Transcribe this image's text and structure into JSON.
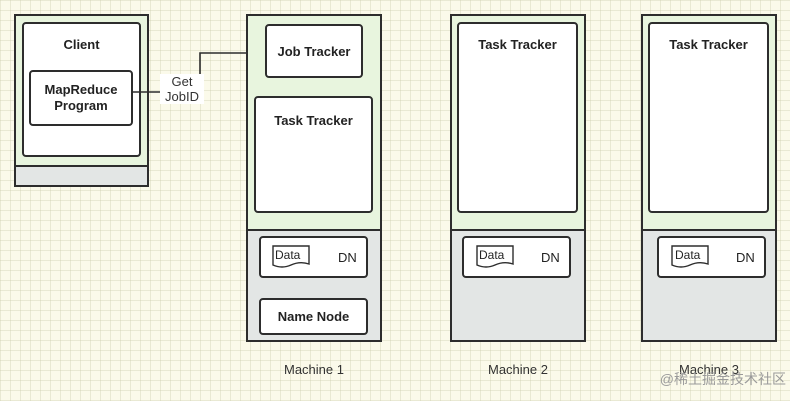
{
  "client": {
    "title": "Client",
    "program": "MapReduce Program"
  },
  "edge_get_jobid": "Get JobID",
  "machines": [
    {
      "label": "Machine 1",
      "job_tracker": "Job Tracker",
      "task_tracker": "Task Tracker",
      "data_doc": "Data",
      "dn": "DN",
      "name_node": "Name Node"
    },
    {
      "label": "Machine 2",
      "task_tracker": "Task Tracker",
      "data_doc": "Data",
      "dn": "DN"
    },
    {
      "label": "Machine 3",
      "task_tracker": "Task Tracker",
      "data_doc": "Data",
      "dn": "DN"
    }
  ],
  "watermark": "@稀土掘金技术社区",
  "colors": {
    "machine_top": "#e8f5de",
    "machine_bottom": "#e3e6e5",
    "border": "#2d2d2d",
    "background": "#fbfaea"
  }
}
